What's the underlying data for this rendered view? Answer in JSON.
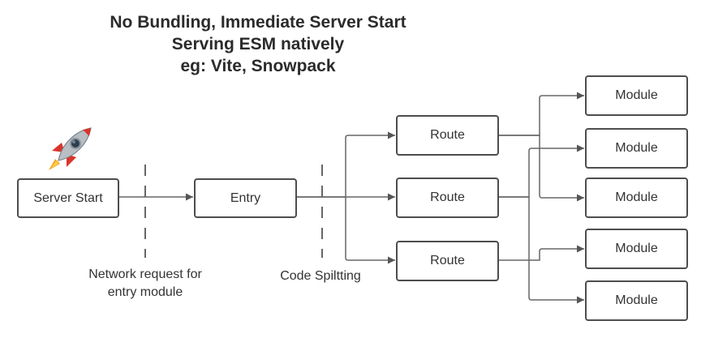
{
  "title": {
    "line1": "No Bundling, Immediate Server Start",
    "line2": "Serving ESM natively",
    "line3": "eg: Vite, Snowpack"
  },
  "nodes": {
    "server_start": "Server Start",
    "entry": "Entry",
    "route_1": "Route",
    "route_2": "Route",
    "route_3": "Route",
    "module_1": "Module",
    "module_2": "Module",
    "module_3": "Module",
    "module_4": "Module",
    "module_5": "Module"
  },
  "captions": {
    "network_line1": "Network request for",
    "network_line2": "entry module",
    "code_splitting": "Code Spiltting"
  },
  "icons": {
    "rocket": "rocket-icon"
  },
  "colors": {
    "stroke": "#666666",
    "box_border": "#4d4d4d",
    "text": "#333333"
  }
}
